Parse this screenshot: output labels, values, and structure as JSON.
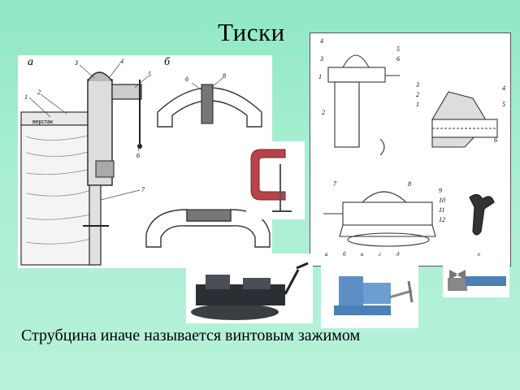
{
  "slide": {
    "title": "Тиски",
    "caption": "Струбцина иначе называется винтовым зажимом"
  },
  "figure_left": {
    "label_a": "а",
    "label_b": "б",
    "bench_text": "верстак",
    "callouts": [
      "1",
      "2",
      "3",
      "4",
      "5",
      "6",
      "7",
      "8"
    ]
  },
  "figure_right": {
    "callouts_top": [
      "4",
      "3",
      "1",
      "2",
      "5",
      "6"
    ],
    "callouts_mid": [
      "3",
      "2",
      "1",
      "4",
      "5",
      "6"
    ],
    "callouts_bottom": [
      "7",
      "8",
      "9",
      "10",
      "11",
      "12"
    ],
    "sub_labels": [
      "а",
      "б",
      "в",
      "г",
      "д",
      "е"
    ]
  },
  "colors": {
    "background": "#a9efd2",
    "clamp": "#b8424a",
    "vise_blue": "#4a7fb8",
    "machine_vise": "#2b2f33"
  }
}
